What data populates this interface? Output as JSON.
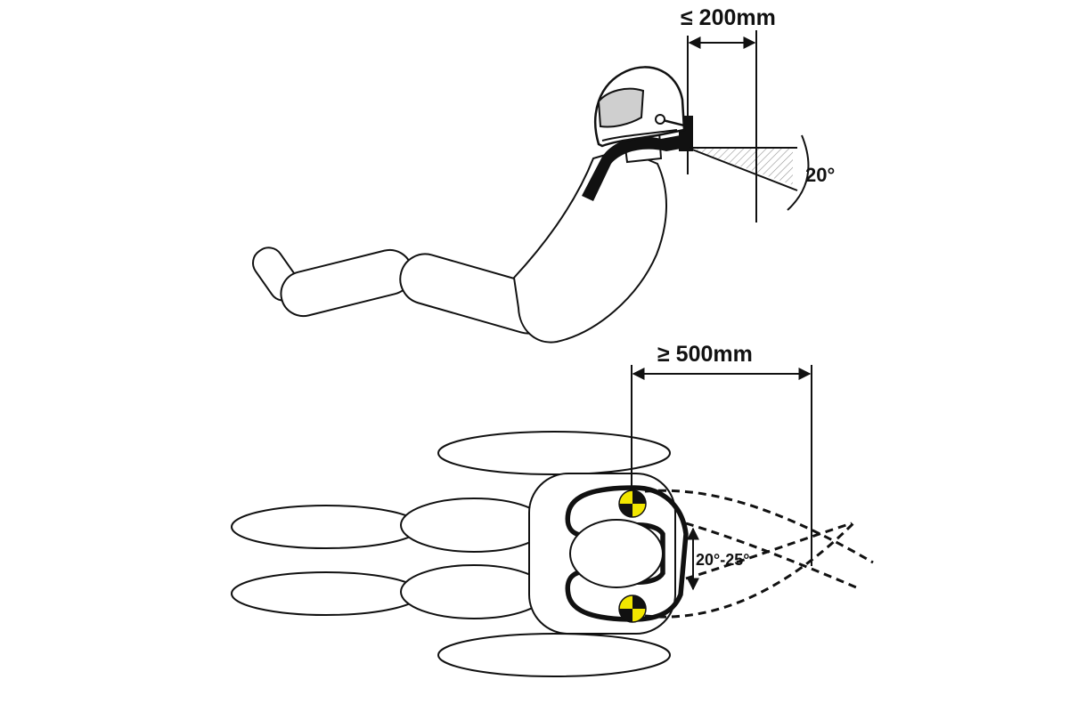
{
  "labels": {
    "dim_top": "≤ 200mm",
    "angle_top": "20°",
    "dim_bottom": "≥ 500mm",
    "angle_bottom": "20°-25°"
  },
  "colors": {
    "line": "#111111",
    "marker_yellow": "#f2e600",
    "hatch": "#999999",
    "visor": "#cfcfcf"
  }
}
